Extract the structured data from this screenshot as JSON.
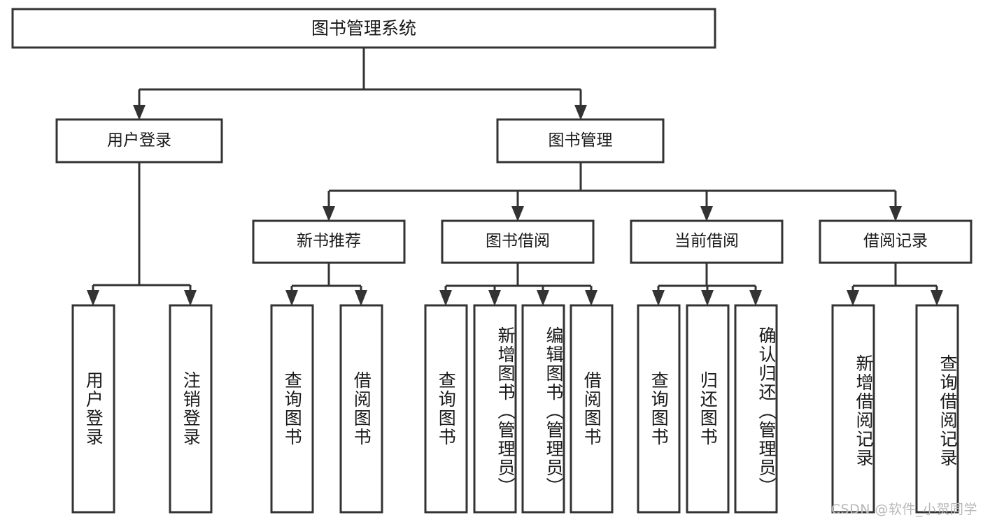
{
  "diagram": {
    "title": "图书管理系统",
    "type": "tree-hierarchy-diagram",
    "root": {
      "id": "root",
      "label": "图书管理系统"
    },
    "level2": [
      {
        "id": "user-login",
        "label": "用户登录"
      },
      {
        "id": "book-management",
        "label": "图书管理"
      }
    ],
    "level3": [
      {
        "id": "new-book-recommend",
        "label": "新书推荐",
        "parent": "book-management"
      },
      {
        "id": "book-borrow",
        "label": "图书借阅",
        "parent": "book-management"
      },
      {
        "id": "current-borrow",
        "label": "当前借阅",
        "parent": "book-management"
      },
      {
        "id": "borrow-record",
        "label": "借阅记录",
        "parent": "book-management"
      }
    ],
    "leaves": {
      "user_login": [
        {
          "id": "leaf-user-login",
          "label": "用户登录"
        },
        {
          "id": "leaf-user-logout",
          "label": "注销登录"
        }
      ],
      "new_book_recommend": [
        {
          "id": "leaf-query-book-1",
          "label": "查询图书"
        },
        {
          "id": "leaf-borrow-book-1",
          "label": "借阅图书"
        }
      ],
      "book_borrow": [
        {
          "id": "leaf-query-book-2",
          "label": "查询图书"
        },
        {
          "id": "leaf-add-book",
          "label": "新增图书（管理员）"
        },
        {
          "id": "leaf-edit-book",
          "label": "编辑图书（管理员）"
        },
        {
          "id": "leaf-borrow-book-2",
          "label": "借阅图书"
        }
      ],
      "current_borrow": [
        {
          "id": "leaf-query-book-3",
          "label": "查询图书"
        },
        {
          "id": "leaf-return-book",
          "label": "归还图书"
        },
        {
          "id": "leaf-confirm-return",
          "label": "确认归还（管理员）"
        }
      ],
      "borrow_record": [
        {
          "id": "leaf-add-record",
          "label": "新增借阅记录"
        },
        {
          "id": "leaf-query-record",
          "label": "查询借阅记录"
        }
      ]
    },
    "colors": {
      "box_fill": "#ffffff",
      "box_stroke": "#333333",
      "text": "#1a1a1a",
      "background": "#ffffff",
      "watermark": "#b8b8b8"
    }
  },
  "watermark": {
    "text": "CSDN @软件_小贺同学"
  }
}
